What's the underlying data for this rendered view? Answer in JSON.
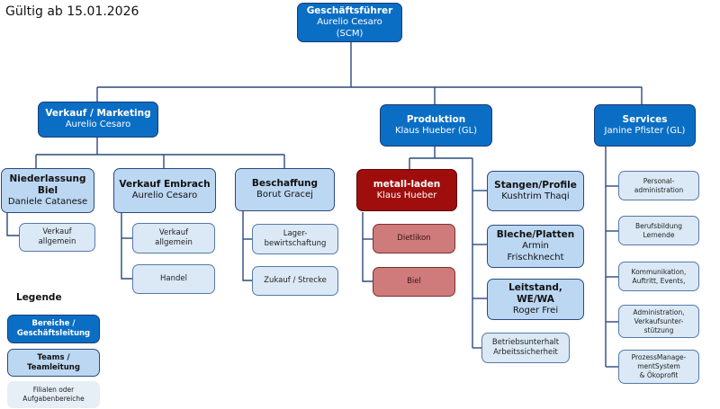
{
  "valid_from": "Gültig ab 15.01.2026",
  "ceo": {
    "title": "Geschäftsführer",
    "name": "Aurelio Cesaro",
    "abbr": "(SCM)"
  },
  "sales": {
    "title": "Verkauf / Marketing",
    "name": "Aurelio Cesaro",
    "branch_biel": {
      "title1": "Niederlassung",
      "title2": "Biel",
      "name": "Daniele Catanese",
      "sub1": "Verkauf",
      "sub2": "allgemein"
    },
    "embrach": {
      "title": "Verkauf Embrach",
      "name": "Aurelio Cesaro",
      "sub_a1": "Verkauf",
      "sub_a2": "allgemein",
      "sub_b": "Handel"
    },
    "procurement": {
      "title": "Beschaffung",
      "name": "Borut Gracej",
      "sub_a1": "Lager-",
      "sub_a2": "bewirtschaftung",
      "sub_b": "Zukauf / Strecke"
    }
  },
  "production": {
    "title": "Produktion",
    "name": "Klaus Hueber (GL)",
    "metall": {
      "title": "metall-laden",
      "name": "Klaus Hueber",
      "sub_a": "Dietlikon",
      "sub_b": "Biel"
    },
    "stangen": {
      "title": "Stangen/Profile",
      "name": "Kushtrim Thaqi"
    },
    "bleche": {
      "title": "Bleche/Platten",
      "name1": "Armin",
      "name2": "Frischknecht"
    },
    "leitstand": {
      "title1": "Leitstand,",
      "title2": "WE/WA",
      "name": "Roger Frei"
    },
    "betrieb": {
      "line1": "Betriebsunterhalt",
      "line2": "Arbeitssicherheit"
    }
  },
  "services": {
    "title": "Services",
    "name": "Janine Pfister (GL)",
    "items": [
      {
        "l1": "Personal-",
        "l2": "administration"
      },
      {
        "l1": "Berufsbildung",
        "l2": "Lernende"
      },
      {
        "l1": "Kommunikation,",
        "l2": "Auftritt, Events,"
      },
      {
        "l1": "Administration,",
        "l2": "Verkaufsunter-",
        "l3": "stützung"
      },
      {
        "l1": "ProzessManage-",
        "l2": "mentSystem",
        "l3": "& Ökoprofit"
      }
    ]
  },
  "legend": {
    "title": "Legende",
    "item1_l1": "Bereiche /",
    "item1_l2": "Geschäftsleitung",
    "item2_l1": "Teams /",
    "item2_l2": "Teamleitung",
    "item3_l1": "Filialen oder",
    "item3_l2": "Aufgabenbereiche"
  },
  "colors": {
    "area": "#0b6ec5",
    "team": "#bcd7f2",
    "task": "#dbe9f6",
    "metall_main": "#a00d0d",
    "metall_sub": "#cf7b7b",
    "connector": "#2c4a7c"
  }
}
